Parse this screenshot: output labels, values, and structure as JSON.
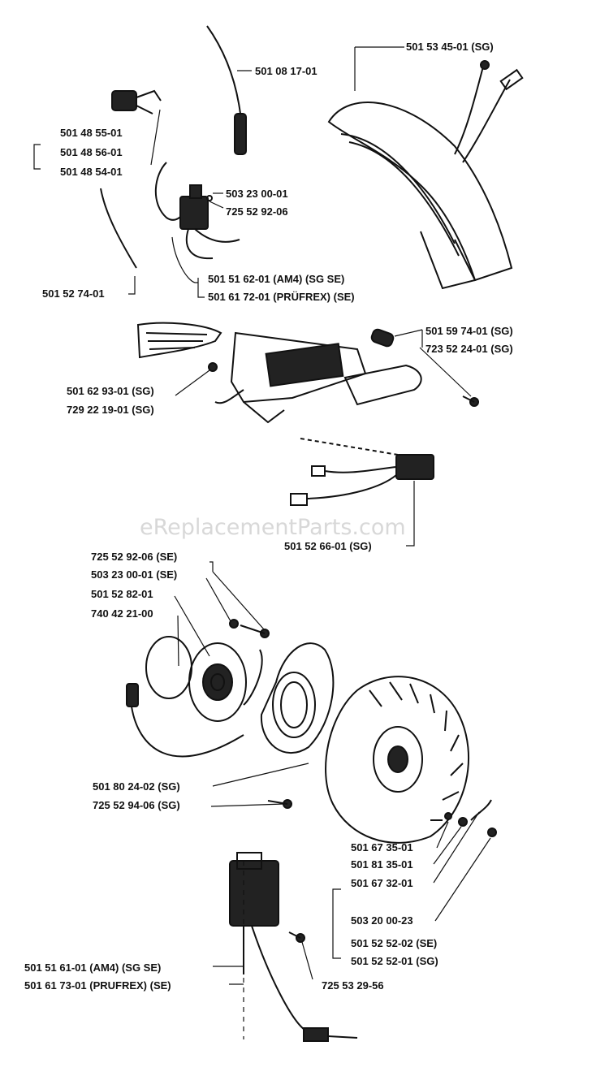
{
  "watermark": "eReplacementParts.com",
  "parts": [
    {
      "id": "p1",
      "text": "501 08 17-01"
    },
    {
      "id": "p2",
      "text": "501 53 45-01  (SG)"
    },
    {
      "id": "p3",
      "text": "501 48 55-01"
    },
    {
      "id": "p4",
      "text": "501 48 56-01"
    },
    {
      "id": "p5",
      "text": "501 48 54-01"
    },
    {
      "id": "p6",
      "text": "503 23 00-01"
    },
    {
      "id": "p7",
      "text": "725 52 92-06"
    },
    {
      "id": "p8",
      "text": "501 52 74-01"
    },
    {
      "id": "p9",
      "text": "501 51 62-01 (AM4) (SG SE)"
    },
    {
      "id": "p10",
      "text": "501 61 72-01 (PRÜFREX) (SE)"
    },
    {
      "id": "p11",
      "text": "501 59 74-01 (SG)"
    },
    {
      "id": "p12",
      "text": "723 52 24-01 (SG)"
    },
    {
      "id": "p13",
      "text": "501 62 93-01 (SG)"
    },
    {
      "id": "p14",
      "text": "729 22 19-01 (SG)"
    },
    {
      "id": "p15",
      "text": "501 52 66-01 (SG)"
    },
    {
      "id": "p16",
      "text": "725 52 92-06 (SE)"
    },
    {
      "id": "p17",
      "text": "503 23 00-01 (SE)"
    },
    {
      "id": "p18",
      "text": "501 52 82-01"
    },
    {
      "id": "p19",
      "text": "740 42 21-00"
    },
    {
      "id": "p20",
      "text": "501 80 24-02 (SG)"
    },
    {
      "id": "p21",
      "text": "725 52 94-06 (SG)"
    },
    {
      "id": "p22",
      "text": "501 67 35-01"
    },
    {
      "id": "p23",
      "text": "501 81 35-01"
    },
    {
      "id": "p24",
      "text": "501 67 32-01"
    },
    {
      "id": "p25",
      "text": "503 20 00-23"
    },
    {
      "id": "p26",
      "text": "501 52 52-02  (SE)"
    },
    {
      "id": "p27",
      "text": "501 52 52-01  (SG)"
    },
    {
      "id": "p28",
      "text": "501 51 61-01 (AM4) (SG SE)"
    },
    {
      "id": "p29",
      "text": "501 61 73-01 (PRUFREX) (SE)"
    },
    {
      "id": "p30",
      "text": "725 53 29-56"
    }
  ]
}
